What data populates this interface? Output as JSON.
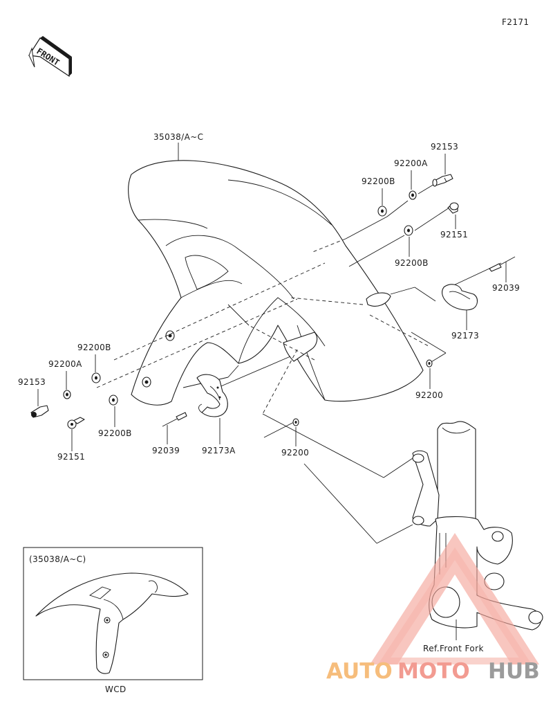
{
  "figure_code": "F2171",
  "front_label": "FRONT",
  "inset": {
    "title": "(35038/A~C)",
    "caption": "WCD"
  },
  "labels": {
    "fender": "35038/A~C",
    "nut_top": "92153",
    "washer_a_top": "92200A",
    "washer_b_top": "92200B",
    "bolt_top": "92151",
    "washer_b_right": "92200B",
    "pin_right": "92039",
    "clamp_right": "92173",
    "washer_right": "92200",
    "washer_b_left": "92200B",
    "washer_a_left": "92200A",
    "nut_left": "92153",
    "washer_b_left2": "92200B",
    "bolt_left": "92151",
    "pin_left": "92039",
    "clamp_left": "92173A",
    "washer_mid": "92200",
    "front_fork_ref": "Ref.Front Fork"
  },
  "watermark": {
    "part1": "AUTO",
    "part2": "MOTO",
    "part3": "HUB",
    "color_red": "#f08a7e",
    "color_orange": "#f5b266",
    "color_gray": "#8a8a8a"
  }
}
